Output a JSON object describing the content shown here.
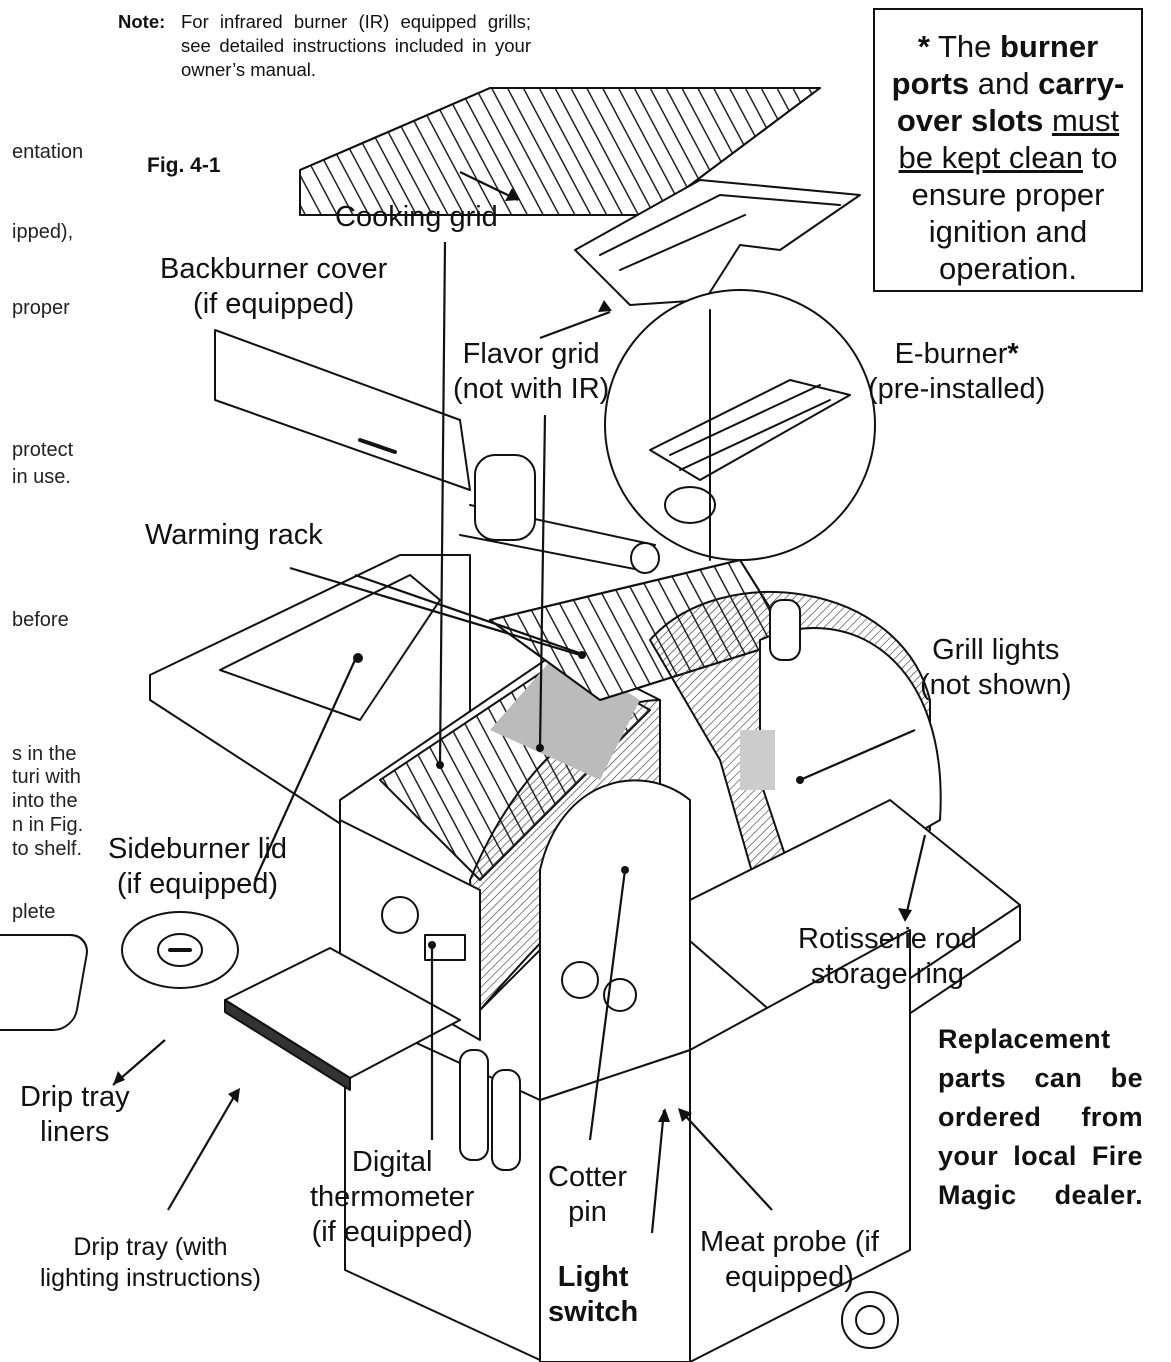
{
  "note": {
    "key": "Note:",
    "text": "For infrared burner (IR) equipped grills; see detailed instructions included in your owner’s manual."
  },
  "figure_label": "Fig. 4-1",
  "callout_box": {
    "star": "*",
    "w1": "The",
    "w2": "burner",
    "w3": "ports",
    "w4": "and",
    "w5": "carry-",
    "w6": "over slots",
    "w7": "must",
    "w8": "be kept clean",
    "w9": "to",
    "w10": "ensure proper",
    "w11": "ignition and",
    "w12": "operation."
  },
  "labels": {
    "cooking_grid": "Cooking grid",
    "backburner_cover": [
      "Backburner cover",
      "(if equipped)"
    ],
    "flavor_grid": [
      "Flavor grid",
      "(not with IR)"
    ],
    "e_burner": [
      "E-burner",
      "(pre-installed)"
    ],
    "e_burner_star": "*",
    "warming_rack": "Warming rack",
    "grill_lights": [
      "Grill lights",
      "(not shown)"
    ],
    "sideburner_lid": [
      "Sideburner lid",
      "(if equipped)"
    ],
    "rotisserie": [
      "Rotisserie rod",
      "storage ring"
    ],
    "drip_tray_liners": [
      "Drip tray",
      "liners"
    ],
    "drip_tray": [
      "Drip tray (with",
      "lighting instructions)"
    ],
    "digital_thermometer": [
      "Digital",
      "thermometer",
      "(if equipped)"
    ],
    "cotter_pin": [
      "Cotter",
      "pin"
    ],
    "light_switch": [
      "Light",
      "switch"
    ],
    "meat_probe": [
      "Meat probe (if",
      "equipped)"
    ]
  },
  "replacement_parts": [
    "Replacement",
    "parts can be",
    "ordered from",
    "your local Fire",
    "Magic dealer."
  ],
  "edge_text": [
    "entation",
    "ipped),",
    "proper",
    "protect",
    "in use.",
    "before",
    "s in the",
    "turi with",
    "into the",
    "n in Fig.",
    "to shelf.",
    "plete"
  ]
}
